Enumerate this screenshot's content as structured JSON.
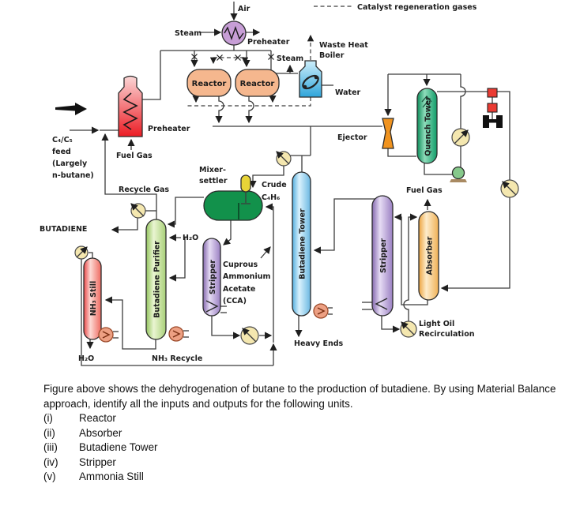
{
  "legend": {
    "label": "Catalyst regeneration gases"
  },
  "top": {
    "air": "Air",
    "steam": "Steam",
    "preheater": "Preheater"
  },
  "whb": {
    "line1": "Waste Heat",
    "line2": "Boiler",
    "steam": "Steam",
    "water": "Water"
  },
  "furnace": {
    "label": "Preheater",
    "fuel_gas": "Fuel Gas"
  },
  "feed": {
    "l1": "C₄/C₅",
    "l2": "feed",
    "l3": "(Largely",
    "l4": "n-butane)"
  },
  "reactors": {
    "left": "Reactor",
    "right": "Reactor"
  },
  "quench": {
    "tower": "Quench Tower",
    "ejector": "Ejector"
  },
  "vessels": {
    "mixer_l1": "Mixer-",
    "mixer_l2": "settler",
    "butadiene_tower": "Butadiene Tower",
    "stripper_tall": "Stripper",
    "absorber": "Absorber",
    "purifier": "Butadiene Purifier",
    "nh3_still": "NH₃ Still",
    "stripper_small": "Stripper"
  },
  "streams": {
    "recycle_gas": "Recycle Gas",
    "crude_l1": "Crude",
    "crude_l2": "C₄H₆",
    "fuel_gas_right": "Fuel Gas",
    "heavy_ends": "Heavy Ends",
    "light_oil_l1": "Light Oil",
    "light_oil_l2": "Recirculation",
    "nh3_recycle": "NH₃ Recycle",
    "h2o_purifier": "H₂O",
    "h2o_still": "H₂O",
    "butadiene": "BUTADIENE"
  },
  "cca": {
    "l1": "Cuprous",
    "l2": "Ammonium",
    "l3": "Acetate",
    "l4": "(CCA)"
  },
  "question": {
    "intro": "Figure above shows the dehydrogenation of butane to the production of butadiene. By using Material Balance approach, identify all the inputs and outputs for the following units.",
    "items": [
      {
        "num": "(i)",
        "label": "Reactor"
      },
      {
        "num": "(ii)",
        "label": "Absorber"
      },
      {
        "num": "(iii)",
        "label": "Butadiene Tower"
      },
      {
        "num": "(iv)",
        "label": "Stripper"
      },
      {
        "num": "(v)",
        "label": "Ammonia Still"
      }
    ]
  }
}
